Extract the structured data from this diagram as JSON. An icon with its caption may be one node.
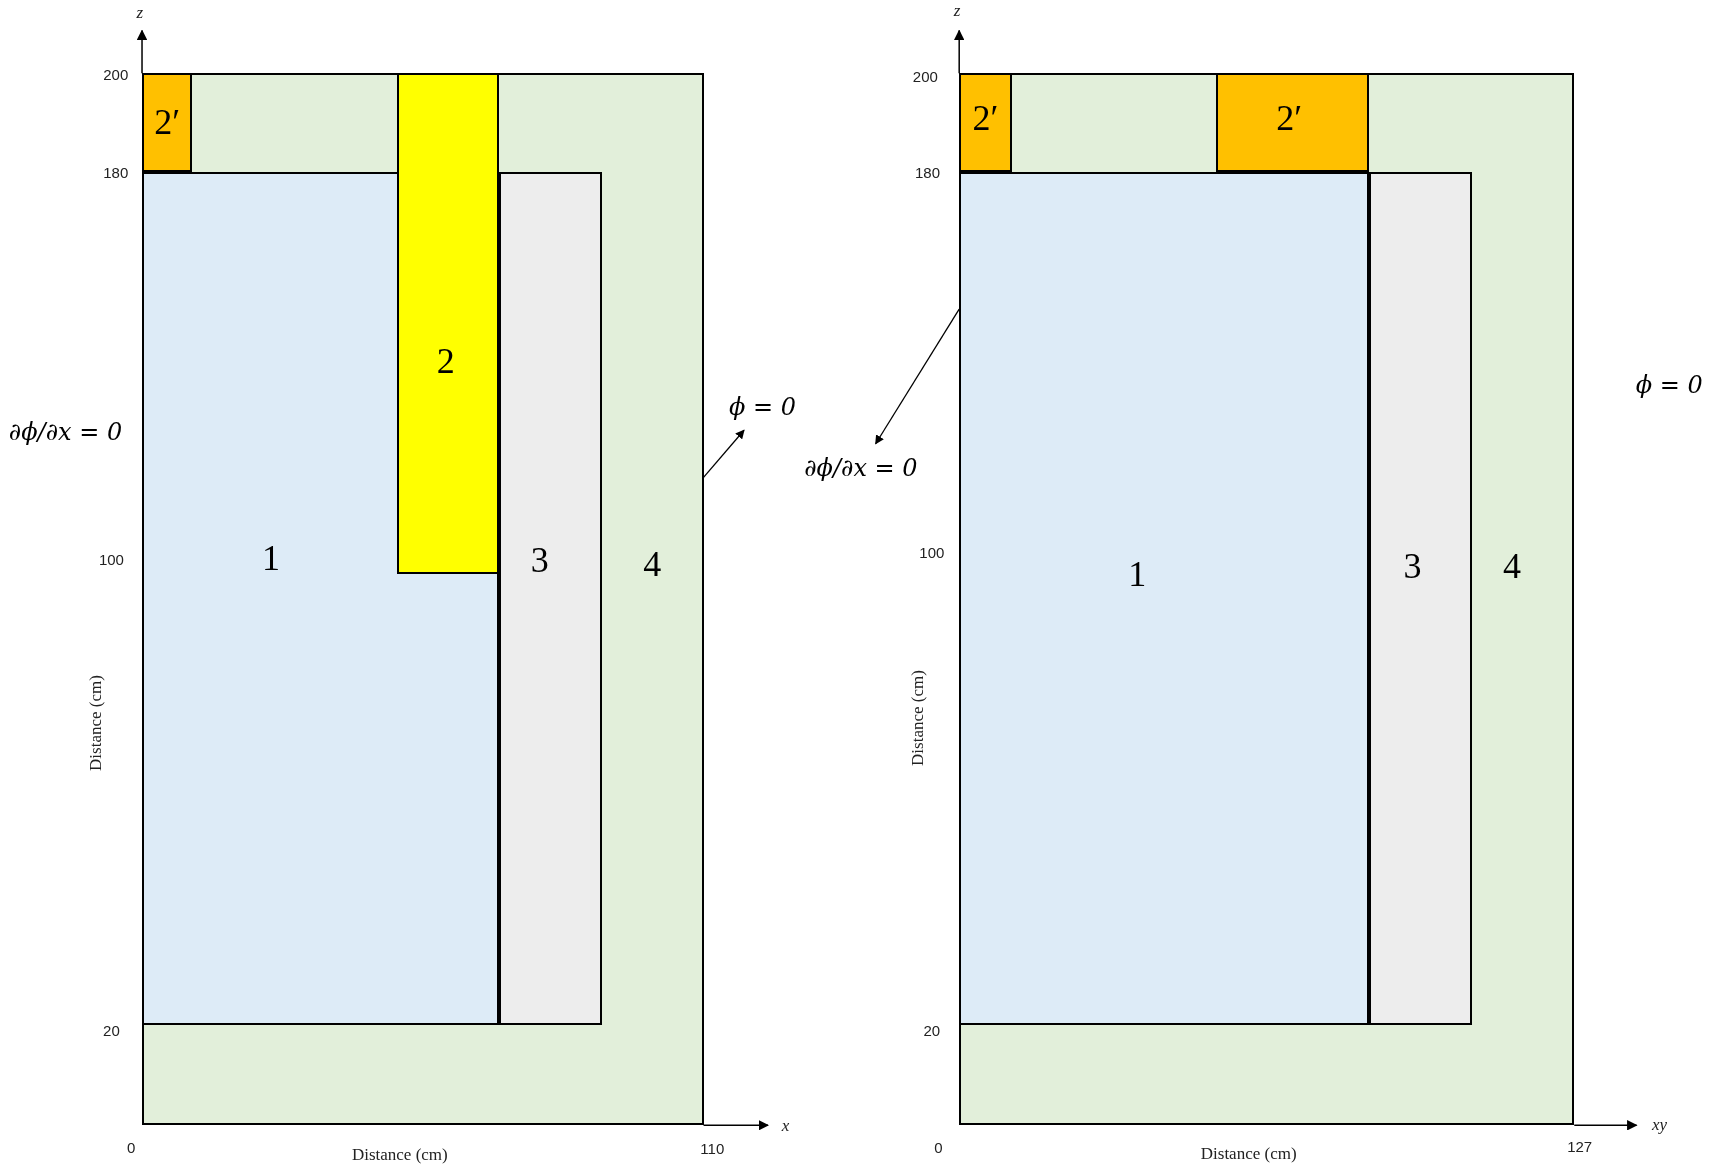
{
  "diagram": {
    "nodes": [
      {
        "text": [
          "4"
        ]
      },
      {
        "text": [
          "2′"
        ],
        "in": 0
      },
      {
        "text": [
          "1"
        ],
        "in": 0
      },
      {
        "text": [
          "2"
        ],
        "in": 0
      },
      {
        "text": [
          "3"
        ],
        "in": 0
      },
      {
        "text": [
          "ϕ = 0"
        ]
      },
      {
        "text": [
          "4"
        ]
      },
      {
        "text": [
          "2′"
        ],
        "in": 6
      },
      {
        "text": [
          "2′"
        ],
        "in": 6
      },
      {
        "text": [
          "1"
        ],
        "in": 6
      },
      {
        "text": [
          "3"
        ],
        "in": 6
      },
      {
        "text": [
          "∂ϕ/∂x = 0"
        ]
      }
    ],
    "edges": [
      {
        "from": 0,
        "to": 5,
        "arrow": "to"
      },
      {
        "from": 6,
        "to": 11,
        "arrow": "to"
      }
    ],
    "labels": [
      "z",
      "200",
      "180",
      "∂ϕ/∂x = 0",
      "100",
      "Distance (cm)",
      "20",
      "0",
      "Distance (cm)",
      "110",
      "x",
      "z",
      "200",
      "180",
      "ϕ = 0",
      "100",
      "Distance (cm)",
      "20",
      "0",
      "Distance (cm)",
      "127",
      "xy"
    ]
  }
}
